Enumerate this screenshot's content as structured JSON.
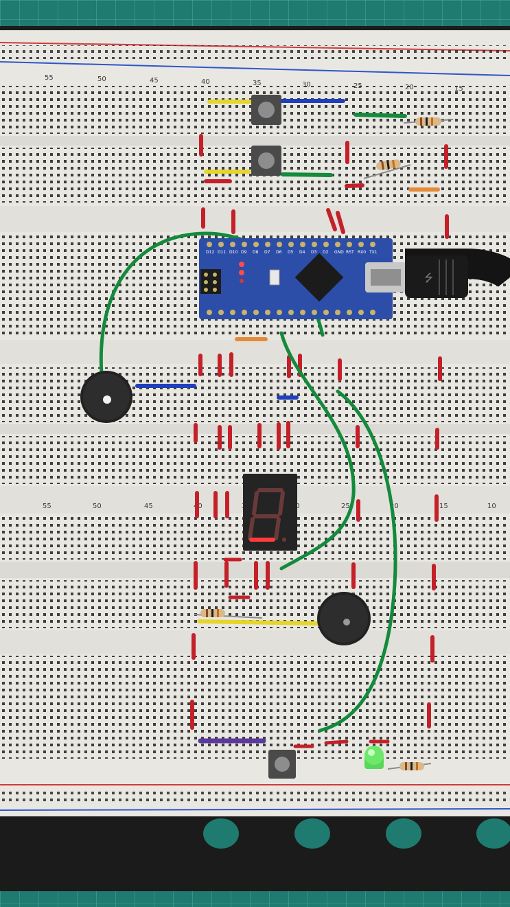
{
  "breadboard": {
    "numbers_top": [
      "55",
      "50",
      "45",
      "40",
      "35",
      "30",
      "25",
      "20",
      "15"
    ],
    "numbers_mid": [
      "55",
      "50",
      "45",
      "40",
      "35",
      "30",
      "25",
      "20",
      "15",
      "10"
    ]
  },
  "arduino": {
    "pin_labels": [
      "D12",
      "D11",
      "D10",
      "D9",
      "D8",
      "D7",
      "D6",
      "D5",
      "D4",
      "D3",
      "D2",
      "GND",
      "RST",
      "RX0",
      "TX1"
    ]
  },
  "colors": {
    "board": "#e9e7e2",
    "board_frame": "#1b1b1b",
    "mat": "#1f7a70",
    "red_wire": "#c4202a",
    "green_wire": "#138a3c",
    "yellow_wire": "#e6d52a",
    "blue_wire": "#1f3fbd",
    "purple_wire": "#5b3a9e",
    "arduino_pcb": "#2c4da8",
    "seg_red": "#ff3b3b",
    "led_green": "#5fe05a"
  }
}
